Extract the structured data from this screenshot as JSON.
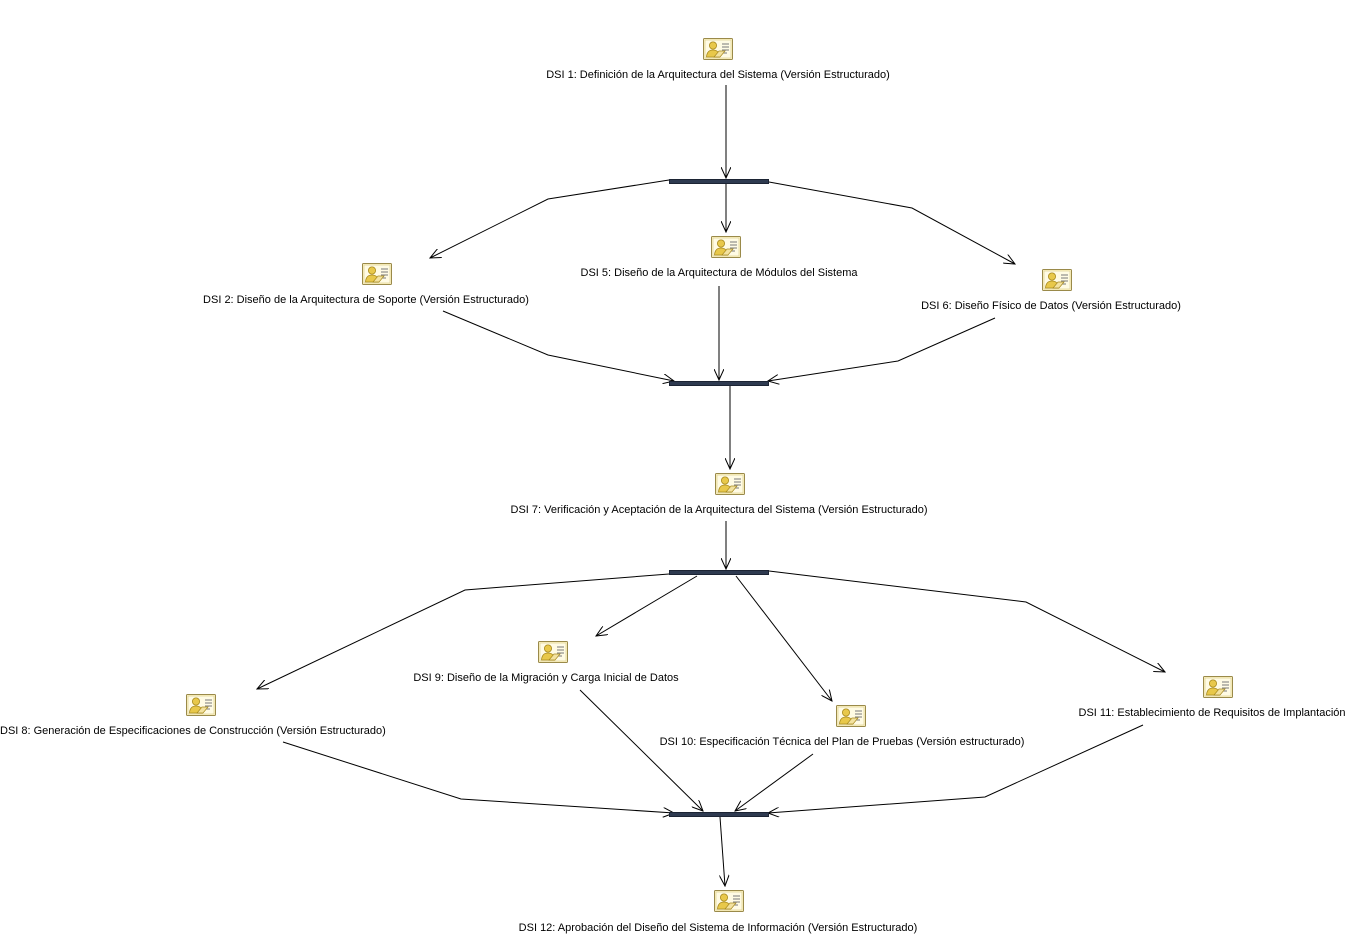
{
  "colors": {
    "bar": "#2e3a50",
    "edge": "#000000",
    "icon_paper": "#fff6c8",
    "icon_person": "#e8c84a",
    "icon_border": "#9a8a4a"
  },
  "icon_name": "activity-card-icon",
  "nodes": [
    {
      "id": "dsi1",
      "label": "DSI 1: Definición de la Arquitectura del Sistema (Versión Estructurado)"
    },
    {
      "id": "dsi2",
      "label": "DSI 2: Diseño de la Arquitectura de Soporte (Versión Estructurado)"
    },
    {
      "id": "dsi5",
      "label": "DSI 5: Diseño de la Arquitectura de Módulos del Sistema"
    },
    {
      "id": "dsi6",
      "label": "DSI 6: Diseño Físico de Datos (Versión Estructurado)"
    },
    {
      "id": "dsi7",
      "label": "DSI 7: Verificación y Aceptación de la Arquitectura del Sistema (Versión Estructurado)"
    },
    {
      "id": "dsi8",
      "label": "DSI 8: Generación de Especificaciones de Construcción (Versión Estructurado)"
    },
    {
      "id": "dsi9",
      "label": "DSI 9: Diseño de la Migración y Carga Inicial de Datos"
    },
    {
      "id": "dsi10",
      "label": "DSI 10: Especificación Técnica del Plan de Pruebas (Versión estructurado)"
    },
    {
      "id": "dsi11",
      "label": "DSI 11: Establecimiento de Requisitos de Implantación"
    },
    {
      "id": "dsi12",
      "label": "DSI 12: Aprobación del Diseño del Sistema de Información (Versión Estructurado)"
    }
  ],
  "bars": [
    {
      "id": "fork1"
    },
    {
      "id": "join1"
    },
    {
      "id": "fork2"
    },
    {
      "id": "join2"
    }
  ],
  "edges": [
    {
      "from": "dsi1",
      "to": "fork1"
    },
    {
      "from": "fork1",
      "to": "dsi2"
    },
    {
      "from": "fork1",
      "to": "dsi5"
    },
    {
      "from": "fork1",
      "to": "dsi6"
    },
    {
      "from": "dsi2",
      "to": "join1"
    },
    {
      "from": "dsi5",
      "to": "join1"
    },
    {
      "from": "dsi6",
      "to": "join1"
    },
    {
      "from": "join1",
      "to": "dsi7"
    },
    {
      "from": "dsi7",
      "to": "fork2"
    },
    {
      "from": "fork2",
      "to": "dsi8"
    },
    {
      "from": "fork2",
      "to": "dsi9"
    },
    {
      "from": "fork2",
      "to": "dsi10"
    },
    {
      "from": "fork2",
      "to": "dsi11"
    },
    {
      "from": "dsi8",
      "to": "join2"
    },
    {
      "from": "dsi9",
      "to": "join2"
    },
    {
      "from": "dsi10",
      "to": "join2"
    },
    {
      "from": "dsi11",
      "to": "join2"
    },
    {
      "from": "join2",
      "to": "dsi12"
    }
  ]
}
